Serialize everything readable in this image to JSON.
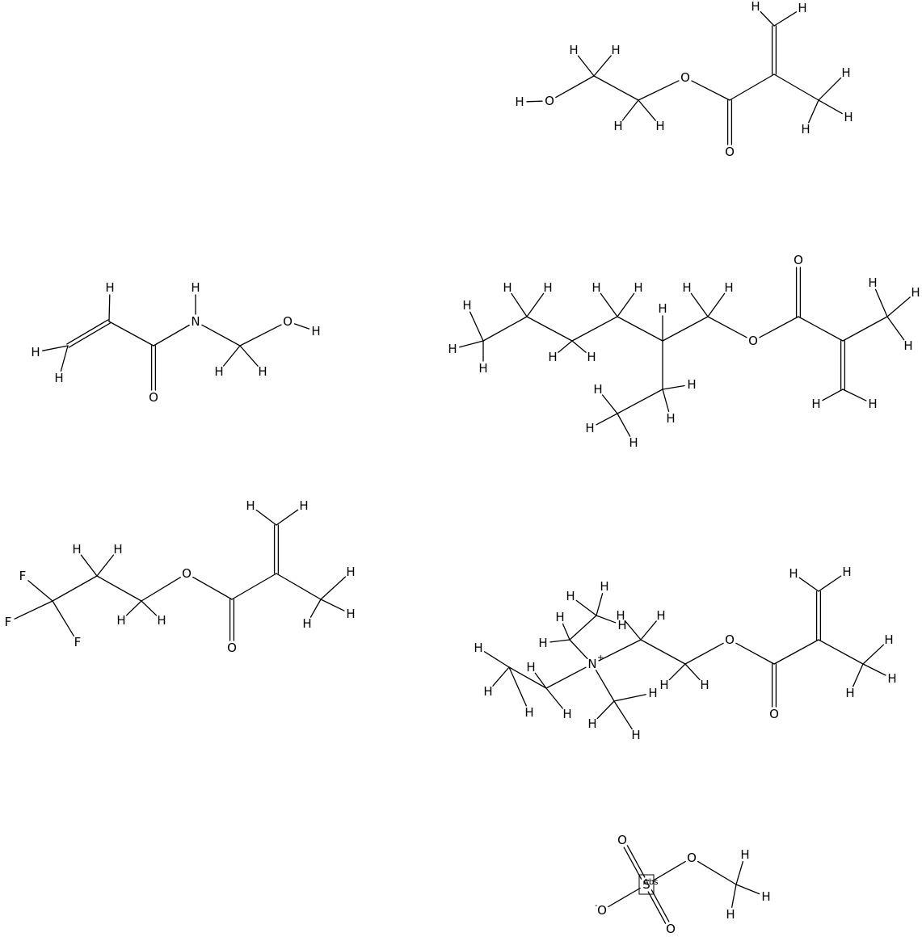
{
  "molecules": [
    {
      "name": "hydroxyethyl-methacrylate"
    },
    {
      "name": "n-methylol-acrylamide"
    },
    {
      "name": "ethylhexyl-methacrylate"
    },
    {
      "name": "trifluoropropyl-methacrylate"
    },
    {
      "name": "methacryloyloxyethyl-diethylmethylammonium"
    },
    {
      "name": "methyl-sulfate"
    }
  ],
  "labels": {
    "H": "H",
    "O": "O",
    "N": "N",
    "F": "F",
    "S": "S",
    "N_plus": "N",
    "plus": "+",
    "O_minus": "O",
    "minus": "-",
    "abs": "Abs"
  }
}
